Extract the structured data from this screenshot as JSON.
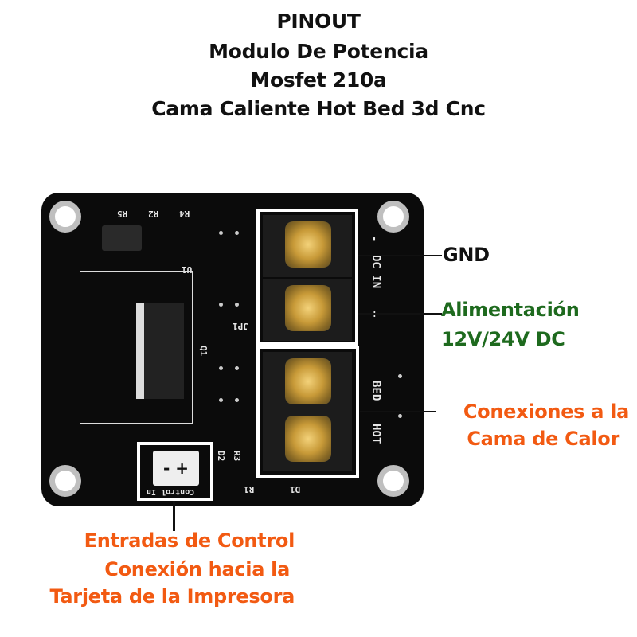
{
  "title": {
    "lines": [
      "PINOUT",
      "Modulo De Potencia",
      "Mosfet 210a",
      "Cama Caliente Hot Bed 3d Cnc"
    ]
  },
  "labels": {
    "gnd": "GND",
    "power_line1": "Alimentación",
    "power_line2": "12V/24V DC",
    "bed_line1": "Conexiones a la",
    "bed_line2": "Cama de Calor",
    "control_line1": "Entradas de Control",
    "control_line2": "Conexión hacia la",
    "control_line3": "Tarjeta de la Impresora"
  },
  "board": {
    "silk": {
      "r5": "R5",
      "r2": "R2",
      "r4": "R4",
      "u1": "U1",
      "jp1": "JP1",
      "q1": "Q1",
      "dc_in": "DC IN",
      "minus": "-",
      "plus": "+",
      "bed": "BED",
      "hot": "HOT",
      "d2": "D2",
      "r3": "R3",
      "r1": "R1",
      "d1": "D1",
      "control_in": "Control In",
      "connector": "- +"
    }
  },
  "colors": {
    "title": "#111111",
    "green": "#1e6a1e",
    "orange": "#f25a12"
  }
}
